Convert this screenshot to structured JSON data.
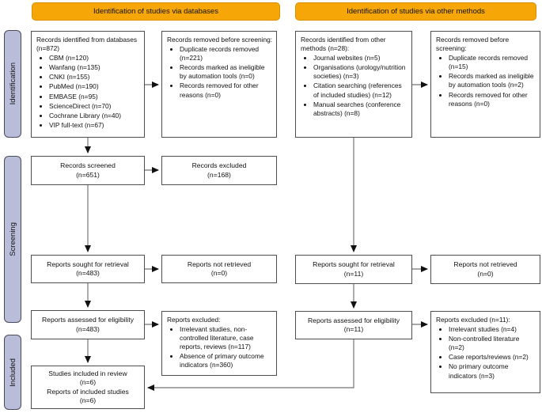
{
  "headers": {
    "databases": "Identification of studies via databases",
    "other": "Identification of studies via other methods"
  },
  "sidebar": {
    "identification": "Identification",
    "screening": "Screening",
    "included": "Included"
  },
  "boxes": {
    "db_identified": {
      "title": "Records identified from databases (n=872)",
      "items": [
        "CBM (n=120)",
        "Wanfang (n=135)",
        "CNKI (n=155)",
        "PubMed (n=190)",
        "EMBASE (n=95)",
        "ScienceDirect (n=70)",
        "Cochrane Library (n=40)",
        "VIP full-text (n=67)"
      ]
    },
    "removed_db": {
      "title": "Records removed before screening:",
      "items": [
        "Duplicate records removed (n=221)",
        "Records marked as ineligible by automation tools (n=0)",
        "Records removed for other reasons (n=0)"
      ]
    },
    "other_identified": {
      "title": "Records identified from other methods (n=28):",
      "items": [
        "Journal websites (n=5)",
        "Organisations (urology/nutrition societies) (n=3)",
        "Citation searching (references of included studies) (n=12)",
        "Manual searches (conference abstracts) (n=8)"
      ]
    },
    "removed_other": {
      "title": "Records removed before screening:",
      "items": [
        "Duplicate records removed (n=15)",
        "Records marked as ineligible by automation tools (n=2)",
        "Records removed for other reasons (n=0)"
      ]
    },
    "records_screened": {
      "text": "Records screened\n(n=651)"
    },
    "records_excluded": {
      "text": "Records excluded\n(n=168)"
    },
    "reports_sought_db": {
      "text": "Reports sought for retrieval\n(n=483)"
    },
    "reports_not_retrieved_db": {
      "text": "Reports not retrieved\n(n=0)"
    },
    "reports_sought_other": {
      "text": "Reports sought for retrieval\n(n=11)"
    },
    "reports_not_retrieved_other": {
      "text": "Reports not retrieved\n(n=0)"
    },
    "reports_assessed_db": {
      "text": "Reports assessed for eligibility\n(n=483)"
    },
    "excluded_db": {
      "title": "Reports excluded:",
      "items": [
        "Irrelevant studies, non-controlled literature, case reports, reviews (n=117)",
        "Absence of primary outcome indicators (n=360)"
      ]
    },
    "reports_assessed_other": {
      "text": "Reports assessed for eligibility\n(n=11)"
    },
    "excluded_other": {
      "title": "Reports excluded (n=11):",
      "items": [
        "Irrelevant studies (n=4)",
        "Non-controlled literature (n=2)",
        "Case reports/reviews (n=2)",
        "No primary outcome indicators (n=3)"
      ]
    },
    "included": {
      "text": "Studies included in review\n(n=6)\nReports of included studies\n(n=6)"
    }
  },
  "colors": {
    "header_fill": "#F7A608",
    "header_border": "#D98E00",
    "sidebar_fill": "#B9BDD9",
    "sidebar_border": "#4A4B58",
    "box_border": "#4D4D4D",
    "arrow_line": "#8A8A8A",
    "arrow_head": "#111111"
  }
}
